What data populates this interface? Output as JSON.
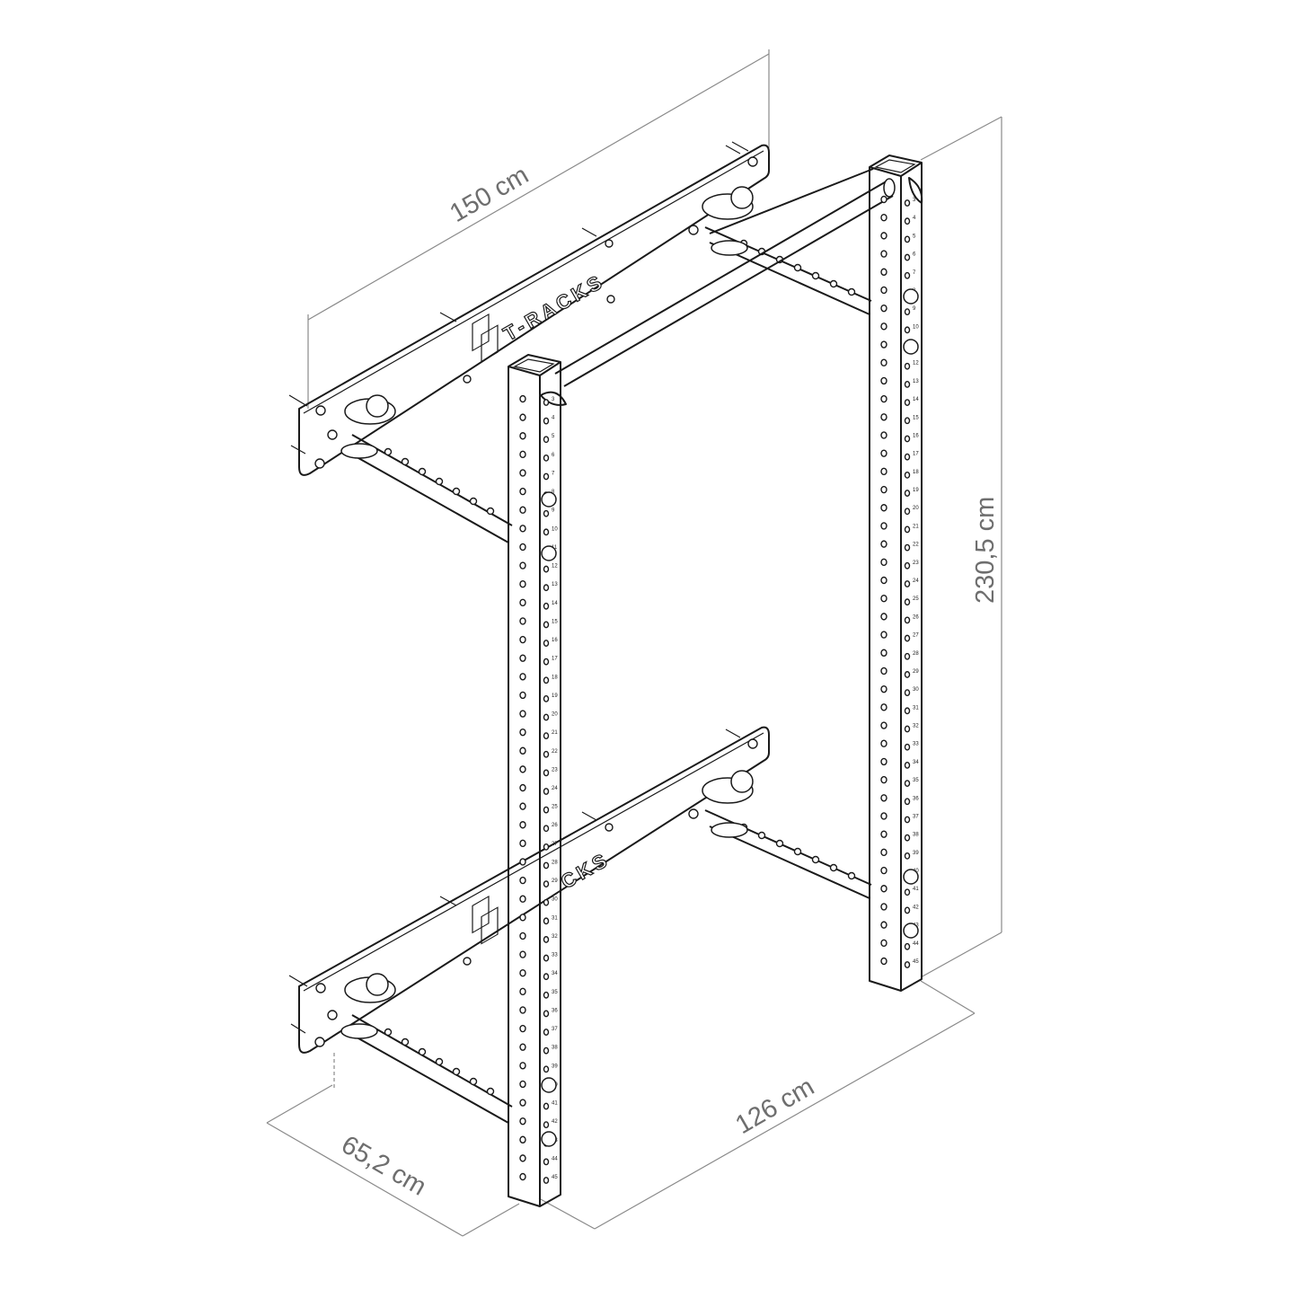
{
  "dimensions": {
    "width": "150 cm",
    "height": "230,5 cm",
    "depth": "65,2 cm",
    "post_spacing": "126 cm"
  },
  "brand": {
    "name_upper_plate": "T-RACKS",
    "name_lower_plate": "CKS"
  },
  "post_numbers": [
    "3",
    "4",
    "5",
    "6",
    "7",
    "8",
    "9",
    "10",
    "11",
    "12",
    "13",
    "14",
    "15",
    "16",
    "17",
    "18",
    "19",
    "20",
    "21",
    "22",
    "23",
    "24",
    "25",
    "26",
    "27",
    "28",
    "29",
    "30",
    "31",
    "32",
    "33",
    "34",
    "35",
    "36",
    "37",
    "38",
    "39",
    "40",
    "41",
    "42",
    "43",
    "44",
    "45"
  ],
  "colors": {
    "line": "#1a1a1a",
    "dimension": "#8a8a8a",
    "background": "#ffffff"
  }
}
